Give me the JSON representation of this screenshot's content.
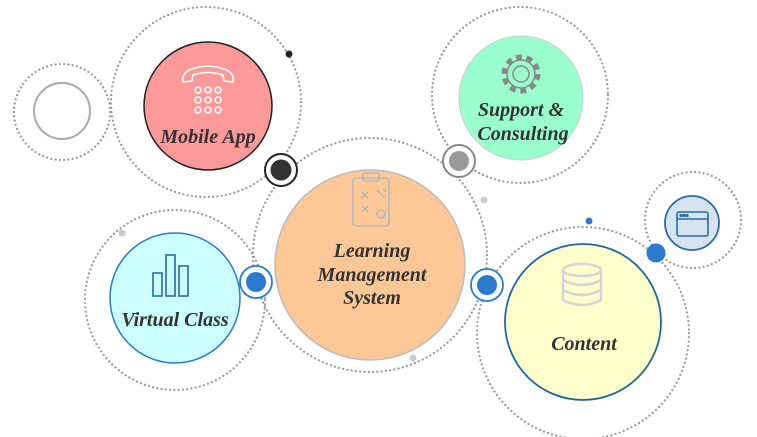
{
  "diagram": {
    "center": {
      "label_lines": [
        "Learning",
        "Management",
        "System"
      ],
      "icon": "clipboard-strategy-icon",
      "color": "#fdc896"
    },
    "nodes": [
      {
        "id": "mobile-app",
        "label_lines": [
          "Mobile App"
        ],
        "icon": "telephone-icon",
        "color": "#fc9999"
      },
      {
        "id": "support-consulting",
        "label_lines": [
          "Support &",
          "Consulting"
        ],
        "icon": "gear-icon",
        "color": "#99ffcc"
      },
      {
        "id": "virtual-class",
        "label_lines": [
          "Virtual Class"
        ],
        "icon": "bar-chart-icon",
        "color": "#ccffff"
      },
      {
        "id": "content",
        "label_lines": [
          "Content"
        ],
        "icon": "database-icon",
        "color": "#ffffcc"
      }
    ],
    "accent_blue": "#2a7bd0"
  }
}
